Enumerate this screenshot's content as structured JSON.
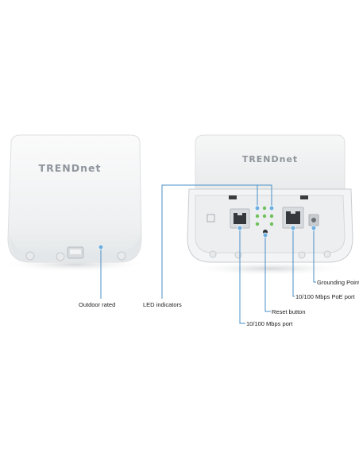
{
  "devices": {
    "left": {
      "brand": "TRENDnet"
    },
    "right": {
      "brand": "TRENDnet"
    }
  },
  "callouts": {
    "outdoor_rated": "Outdoor rated",
    "led_indicators": "LED indicators",
    "grounding_point": "Grounding Point",
    "poe_port": "10/100 Mbps PoE port",
    "reset_button": "Reset button",
    "lan_port": "10/100 Mbps port"
  },
  "colors": {
    "callout_line": "#4a8fc7",
    "callout_dot": "#6fb0e0",
    "housing": "#f4f5f6",
    "led_green": "#6ec15a"
  }
}
